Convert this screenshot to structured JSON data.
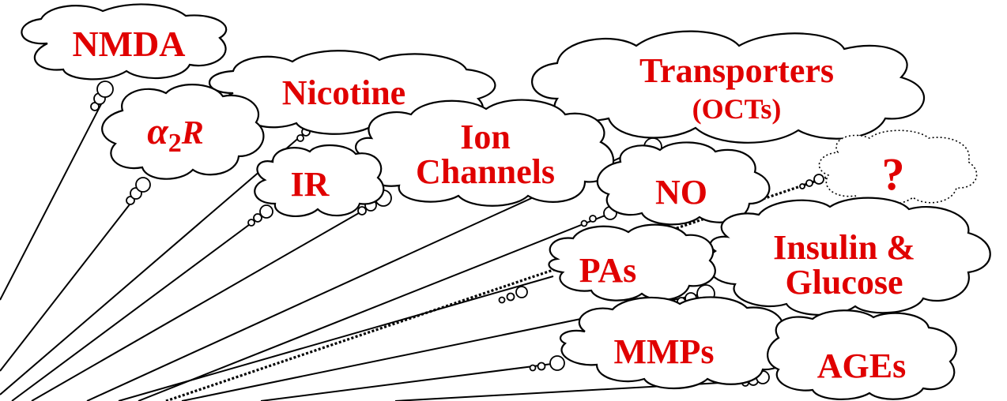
{
  "colors": {
    "label": "#e00000",
    "outline": "#000000",
    "background": "#ffffff"
  },
  "clouds": {
    "nmda": "NMDA",
    "alpha2r": {
      "alpha": "α",
      "sub": "2",
      "r": "R"
    },
    "nicotine": "Nicotine",
    "ir": "IR",
    "ion_channels": {
      "line1": "Ion",
      "line2": "Channels"
    },
    "transporters": {
      "line1": "Transporters",
      "line2": "(OCTs)"
    },
    "no": "NO",
    "unknown": "?",
    "pas": "PAs",
    "insulin_glucose": {
      "line1": "Insulin &",
      "line2": "Glucose"
    },
    "mmps": "MMPs",
    "ages": "AGEs"
  }
}
